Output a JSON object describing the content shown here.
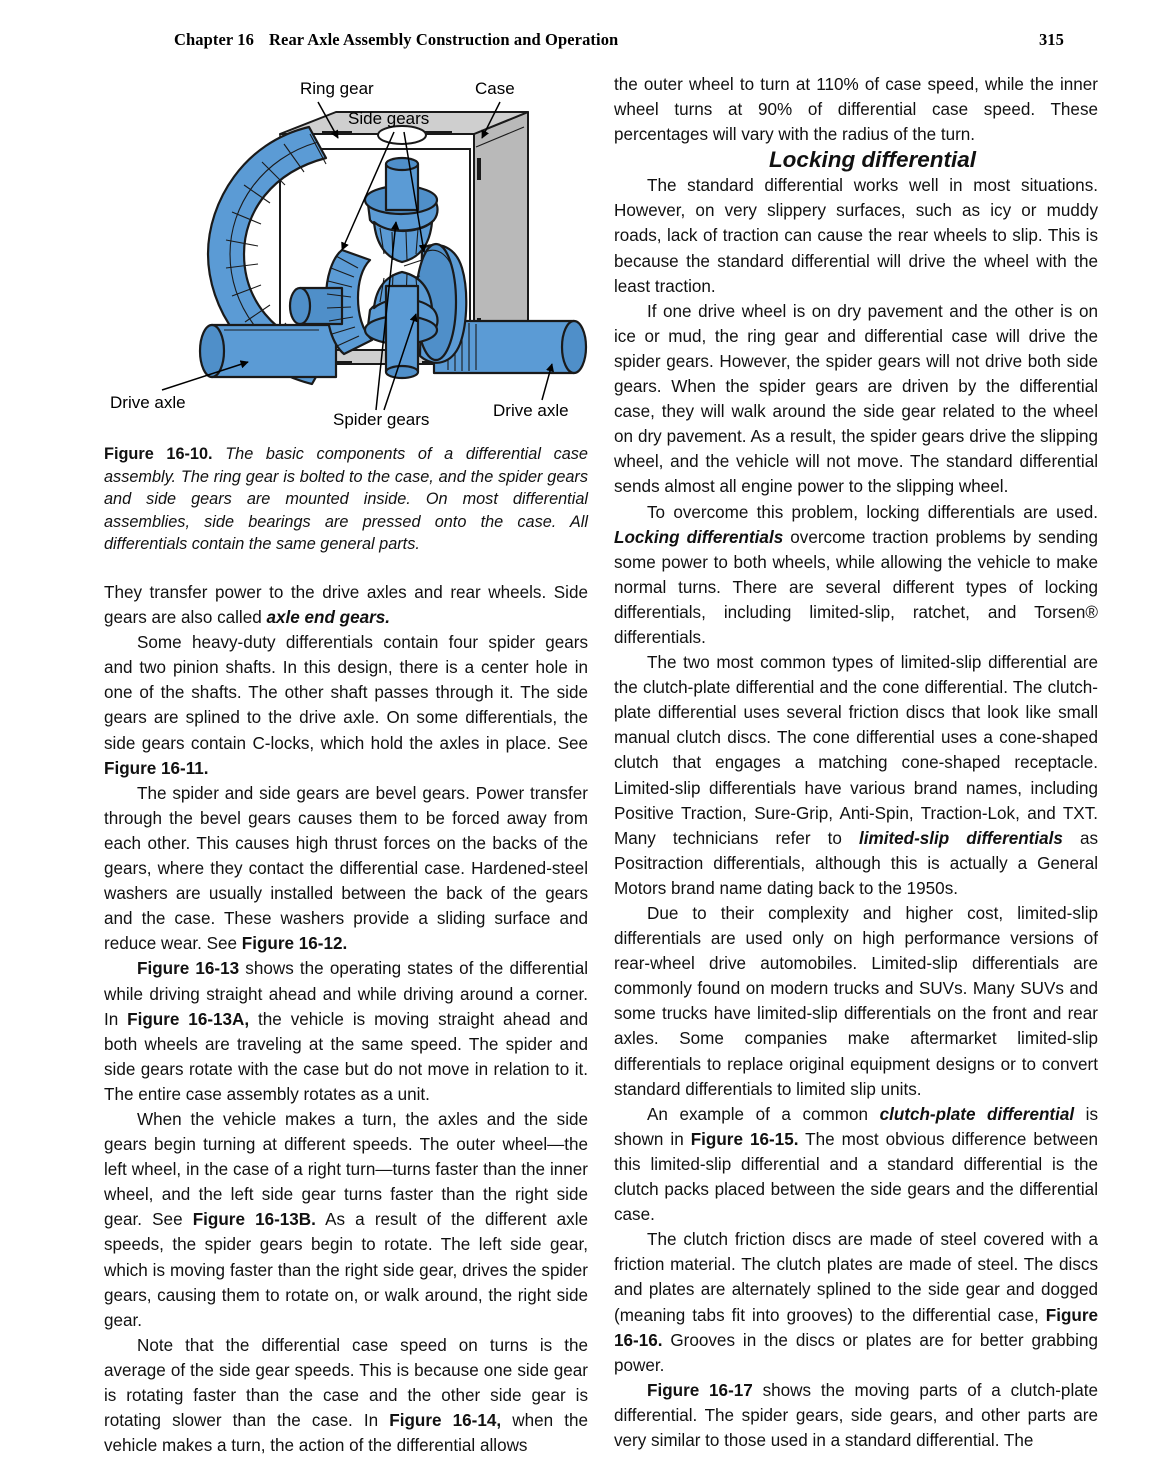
{
  "running_head": {
    "chapter": "Chapter 16",
    "title": "Rear Axle Assembly Construction and Operation",
    "page_number": "315"
  },
  "figure": {
    "labels": {
      "ring_gear": "Ring gear",
      "case": "Case",
      "side_gears": "Side gears",
      "drive_axle_left": "Drive axle",
      "drive_axle_right": "Drive axle",
      "spider_gears": "Spider gears"
    },
    "colors": {
      "part_blue": "#5b9bd5",
      "part_blue_shade": "#4a88c2",
      "case_gray": "#b3b3b3",
      "case_gray_light": "#c9c9c9",
      "outline": "#1a1a1a"
    },
    "caption": {
      "number": "Figure 16-10.",
      "text": " The basic components of a differential case assembly. The ring gear is bolted to the case, and the spider gears and side gears are mounted inside. On most differential assemblies, side bearings are pressed onto the case. All differentials contain the same general parts."
    }
  },
  "left_column": {
    "paragraphs": [
      {
        "indent": false,
        "runs": [
          {
            "text": "They transfer power to the drive axles and rear wheels. Side gears are also called ",
            "style": "normal"
          },
          {
            "text": "axle end gears.",
            "style": "bold-italic"
          }
        ]
      },
      {
        "indent": true,
        "runs": [
          {
            "text": "Some heavy-duty differentials contain four spider gears and two pinion shafts. In this design, there is a center hole in one of the shafts. The other shaft passes through it. The side gears are splined to the drive axle. On some differentials, the side gears contain C-locks, which hold the axles in place. See ",
            "style": "normal"
          },
          {
            "text": "Figure 16-11.",
            "style": "bold"
          }
        ]
      },
      {
        "indent": true,
        "runs": [
          {
            "text": "The spider and side gears are bevel gears. Power transfer through the bevel gears causes them to be forced away from each other. This causes high thrust forces on the backs of the gears, where they contact the differential case. Hardened-steel washers are usually installed between the back of the gears and the case. These washers provide a sliding surface and reduce wear. See ",
            "style": "normal"
          },
          {
            "text": "Figure 16-12.",
            "style": "bold"
          }
        ]
      },
      {
        "indent": true,
        "runs": [
          {
            "text": "Figure 16-13",
            "style": "bold"
          },
          {
            "text": " shows the operating states of the differential while driving straight ahead and while driving around a corner. In ",
            "style": "normal"
          },
          {
            "text": "Figure 16-13A,",
            "style": "bold"
          },
          {
            "text": " the vehicle is moving straight ahead and both wheels are traveling at the same speed. The spider and side gears rotate with the case but do not move in relation to it. The entire case assembly rotates as a unit.",
            "style": "normal"
          }
        ]
      },
      {
        "indent": true,
        "runs": [
          {
            "text": "When the vehicle makes a turn, the axles and the side gears begin turning at different speeds. The outer wheel—the left wheel, in the case of a right turn—turns faster than the inner wheel, and the left side gear turns faster than the right side gear. See ",
            "style": "normal"
          },
          {
            "text": "Figure 16-13B.",
            "style": "bold"
          },
          {
            "text": " As a result of the different axle speeds, the spider gears begin to rotate. The left side gear, which is moving faster than the right side gear, drives the spider gears, causing them to rotate on, or walk around, the right side gear.",
            "style": "normal"
          }
        ]
      },
      {
        "indent": true,
        "runs": [
          {
            "text": "Note that the differential case speed on turns is the average of the side gear speeds. This is because one side gear is rotating faster than the case and the other side gear is rotating slower than the case. In ",
            "style": "normal"
          },
          {
            "text": "Figure 16-14,",
            "style": "bold"
          },
          {
            "text": " when the vehicle makes a turn, the action of the differential allows",
            "style": "normal"
          }
        ]
      }
    ]
  },
  "right_column": {
    "lead_paragraph": {
      "indent": false,
      "runs": [
        {
          "text": "the outer wheel to turn at 110% of case speed, while the inner wheel turns at 90% of differential case speed. These percentages will vary with the radius of the turn.",
          "style": "normal"
        }
      ]
    },
    "section_heading": "Locking differential",
    "paragraphs": [
      {
        "indent": true,
        "runs": [
          {
            "text": "The standard differential works well in most situations. However, on very slippery surfaces, such as icy or muddy roads, lack of traction can cause the rear wheels to slip. This is because the standard differential will drive the wheel with the least traction.",
            "style": "normal"
          }
        ]
      },
      {
        "indent": true,
        "runs": [
          {
            "text": "If one drive wheel is on dry pavement and the other is on ice or mud, the ring gear and differential case will drive the spider gears. However, the spider gears will not drive both side gears. When the spider gears are driven by the differential case, they will walk around the side gear related to the wheel on dry pavement. As a result, the spider gears drive the slipping wheel, and the vehicle will not move. The standard differential sends almost all engine power to the slipping wheel.",
            "style": "normal"
          }
        ]
      },
      {
        "indent": true,
        "runs": [
          {
            "text": "To overcome this problem, locking differentials are used. ",
            "style": "normal"
          },
          {
            "text": "Locking differentials",
            "style": "bold-italic"
          },
          {
            "text": " overcome traction problems by sending some power to both wheels, while allowing the vehicle to make normal turns. There are several different types of locking differentials, including limited-slip, ratchet, and Torsen® differentials.",
            "style": "normal"
          }
        ]
      },
      {
        "indent": true,
        "runs": [
          {
            "text": "The two most common types of limited-slip differential are the clutch-plate differential and the cone differential. The clutch-plate differential uses several friction discs that look like small manual clutch discs. The cone differential uses a cone-shaped clutch that engages a matching cone-shaped receptacle. Limited-slip differentials have various brand names, including Positive Traction, Sure-Grip, Anti-Spin, Traction-Lok, and TXT. Many technicians refer to ",
            "style": "normal"
          },
          {
            "text": "limited-slip differentials",
            "style": "bold-italic"
          },
          {
            "text": " as Positraction differentials, although this is actually a General Motors brand name dating back to the 1950s.",
            "style": "normal"
          }
        ]
      },
      {
        "indent": true,
        "runs": [
          {
            "text": "Due to their complexity and higher cost, limited-slip differentials are used only on high performance versions of rear-wheel drive automobiles. Limited-slip differentials are commonly found on modern trucks and SUVs. Many SUVs and some trucks have limited-slip differentials on the front and rear axles. Some companies make aftermarket limited-slip differentials to replace original equipment designs or to convert standard differentials to limited slip units.",
            "style": "normal"
          }
        ]
      },
      {
        "indent": true,
        "runs": [
          {
            "text": "An example of a common ",
            "style": "normal"
          },
          {
            "text": "clutch-plate differential",
            "style": "bold-italic"
          },
          {
            "text": " is shown in ",
            "style": "normal"
          },
          {
            "text": "Figure 16-15.",
            "style": "bold"
          },
          {
            "text": " The most obvious difference between this limited-slip differential and a standard differential is the clutch packs placed between the side gears and the differential case.",
            "style": "normal"
          }
        ]
      },
      {
        "indent": true,
        "runs": [
          {
            "text": "The clutch friction discs are made of steel covered with a friction material. The clutch plates are made of steel. The discs and plates are alternately splined to the side gear and dogged (meaning tabs fit into grooves) to the differential case, ",
            "style": "normal"
          },
          {
            "text": "Figure 16-16.",
            "style": "bold"
          },
          {
            "text": " Grooves in the discs or plates are for better grabbing power.",
            "style": "normal"
          }
        ]
      },
      {
        "indent": true,
        "runs": [
          {
            "text": "Figure 16-17",
            "style": "bold"
          },
          {
            "text": " shows the moving parts of a clutch-plate differential. The spider gears, side gears, and other parts are very similar to those used in a standard differential. The",
            "style": "normal"
          }
        ]
      }
    ]
  }
}
